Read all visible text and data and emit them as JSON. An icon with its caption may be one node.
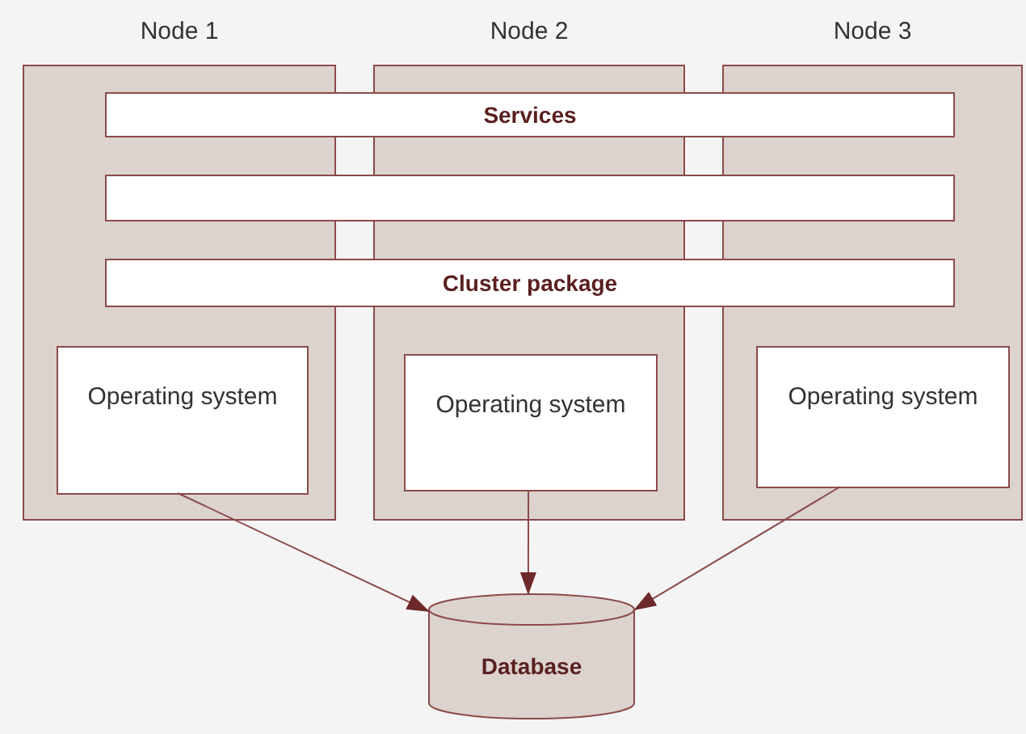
{
  "diagram": {
    "nodes": [
      {
        "text": [
          "Node 1"
        ]
      },
      {
        "text": [
          "Node 2"
        ]
      },
      {
        "text": [
          "Node 3"
        ]
      },
      {
        "text": [
          "Services"
        ]
      },
      {
        "text": [],
        "shape": "box"
      },
      {
        "text": [
          "Cluster package"
        ]
      },
      {
        "text": [
          "Operating system"
        ],
        "in": 0
      },
      {
        "text": [
          "Operating system"
        ],
        "in": 1
      },
      {
        "text": [
          "Operating system"
        ],
        "in": 2
      },
      {
        "text": [
          "Database"
        ]
      }
    ],
    "edges": [
      {
        "from": 6,
        "to": 9,
        "arrow": "to"
      },
      {
        "from": 7,
        "to": 9,
        "arrow": "to"
      },
      {
        "from": 8,
        "to": 9,
        "arrow": "to"
      }
    ]
  }
}
